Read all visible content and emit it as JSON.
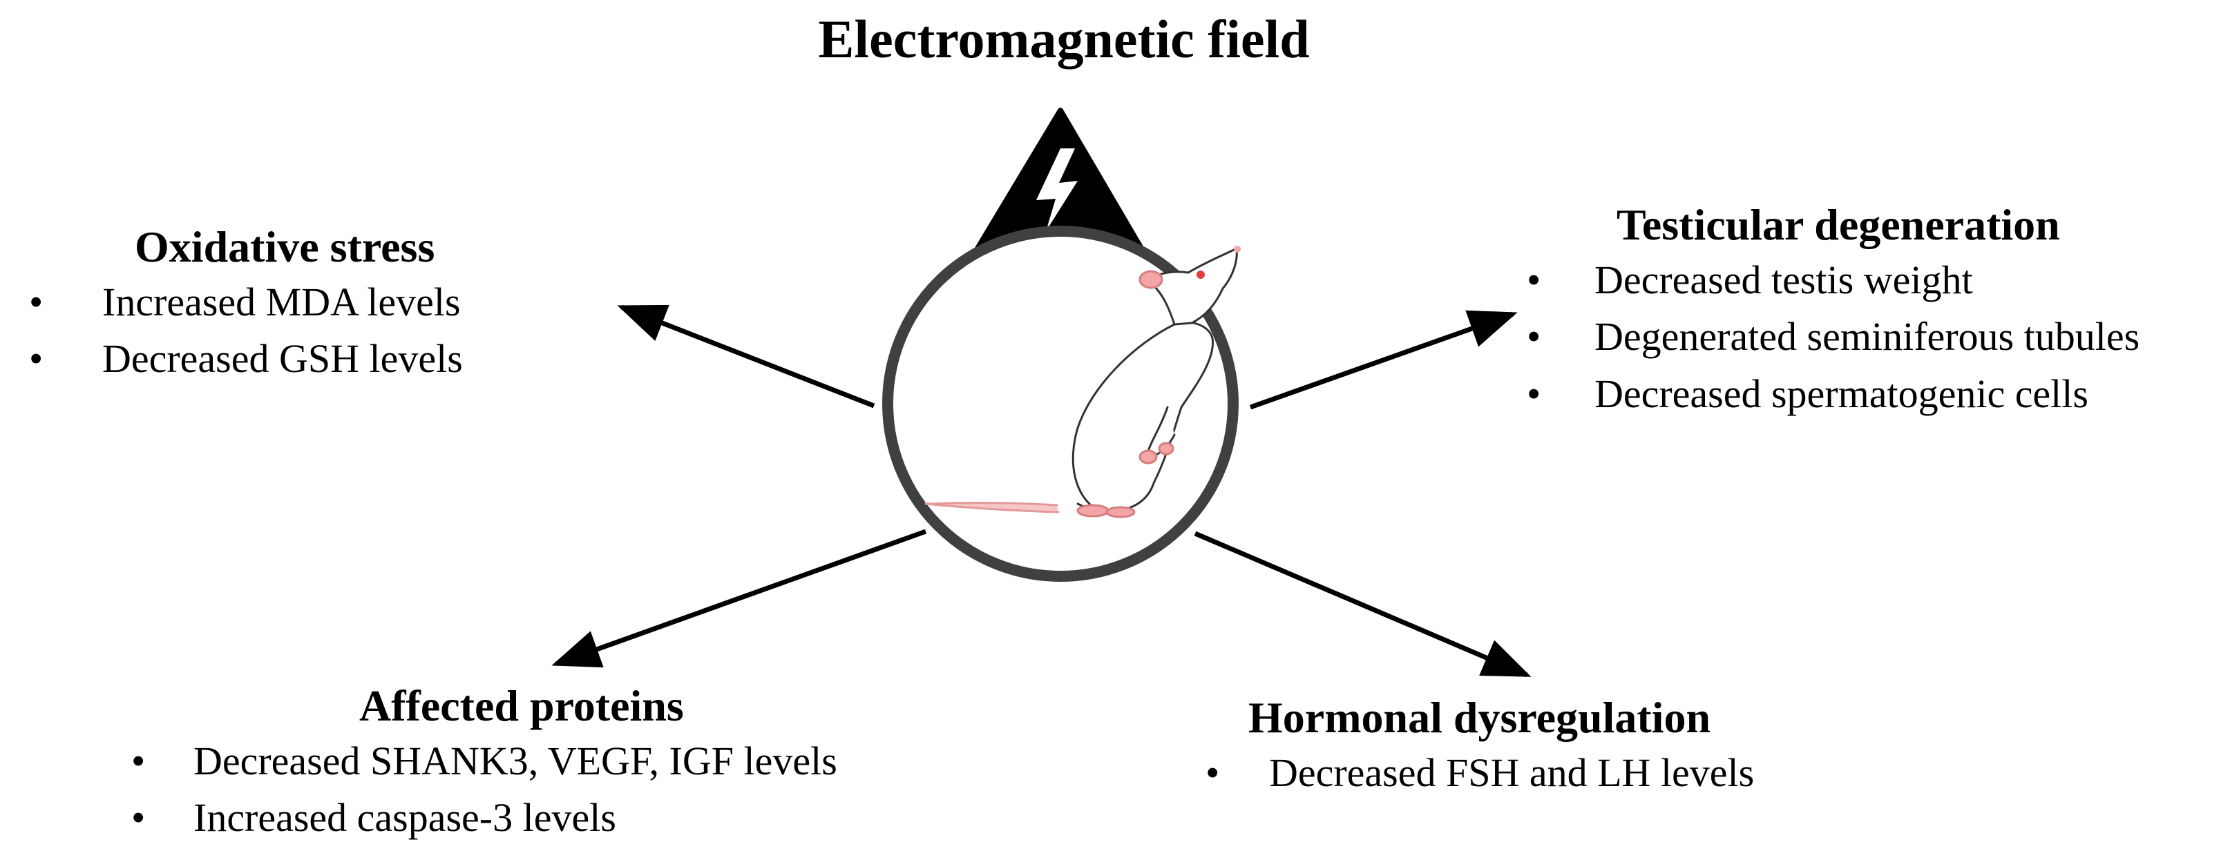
{
  "title": "Electromagnetic field",
  "panels": {
    "oxidative": {
      "heading": "Oxidative stress",
      "items": [
        "Increased MDA levels",
        "Decreased GSH levels"
      ]
    },
    "testicular": {
      "heading": "Testicular degeneration",
      "items": [
        "Decreased testis weight",
        "Degenerated seminiferous tubules",
        "Decreased spermatogenic cells"
      ]
    },
    "proteins": {
      "heading": "Affected proteins",
      "items": [
        "Decreased SHANK3,  VEGF,  IGF levels",
        "Increased caspase-3 levels"
      ]
    },
    "hormonal": {
      "heading": "Hormonal dysregulation",
      "items": [
        "Decreased FSH  and LH levels"
      ]
    }
  },
  "bullet_glyph": "•",
  "icons": {
    "warning": "high-voltage-warning-icon",
    "subject": "rat-illustration"
  },
  "colors": {
    "text": "#000000",
    "circle_stroke": "#404040",
    "rat_pink": "#f4a6a6",
    "rat_eye": "#e23b3b"
  }
}
